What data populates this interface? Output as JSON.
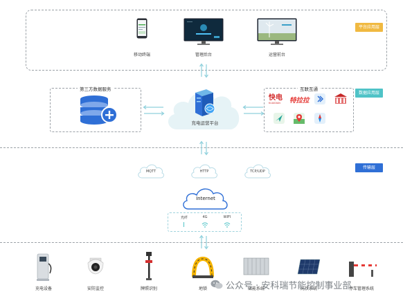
{
  "top_layer": {
    "tag": "平台应用层",
    "items": [
      {
        "label": "移动终端",
        "icon": "smartphone-icon"
      },
      {
        "label": "管理后台",
        "icon": "monitor-dashboard-icon"
      },
      {
        "label": "运营前台",
        "icon": "monitor-wind-turbine-icon"
      }
    ]
  },
  "data_layer": {
    "tag": "数据应用层",
    "third_party_title": "第三方数据服务",
    "platform_label": "充电运营平台",
    "interop_title": "互联互通",
    "interop_logos": [
      "快电",
      "特拉拉"
    ],
    "interop_logo_sub": "KUAIDIAN"
  },
  "transport_layer": {
    "tag": "传输层",
    "protocols": [
      "MQTT",
      "HTTP",
      "TCP/UDP"
    ],
    "internet_label": "Internet",
    "links": [
      "光纤",
      "4G",
      "WIFI"
    ]
  },
  "device_layer": {
    "items": [
      {
        "label": "充电设备",
        "icon": "charger-icon"
      },
      {
        "label": "安防监控",
        "icon": "camera-icon"
      },
      {
        "label": "牌照识别",
        "icon": "plate-recognition-icon"
      },
      {
        "label": "地锁",
        "icon": "parking-lock-icon"
      },
      {
        "label": "储能系统",
        "icon": "container-icon"
      },
      {
        "label": "光伏系统",
        "icon": "solar-panel-icon"
      },
      {
        "label": "停车管理系统",
        "icon": "barrier-gate-icon"
      }
    ],
    "watermark": "公众号 · 安科瑞节能控制事业部"
  },
  "colors": {
    "platform_tag": "#f0b941",
    "data_tag": "#4fc3c7",
    "transport_tag": "#2f6fd6",
    "cloud": "#e6f3f6",
    "arrow": "#8fd0dc"
  }
}
